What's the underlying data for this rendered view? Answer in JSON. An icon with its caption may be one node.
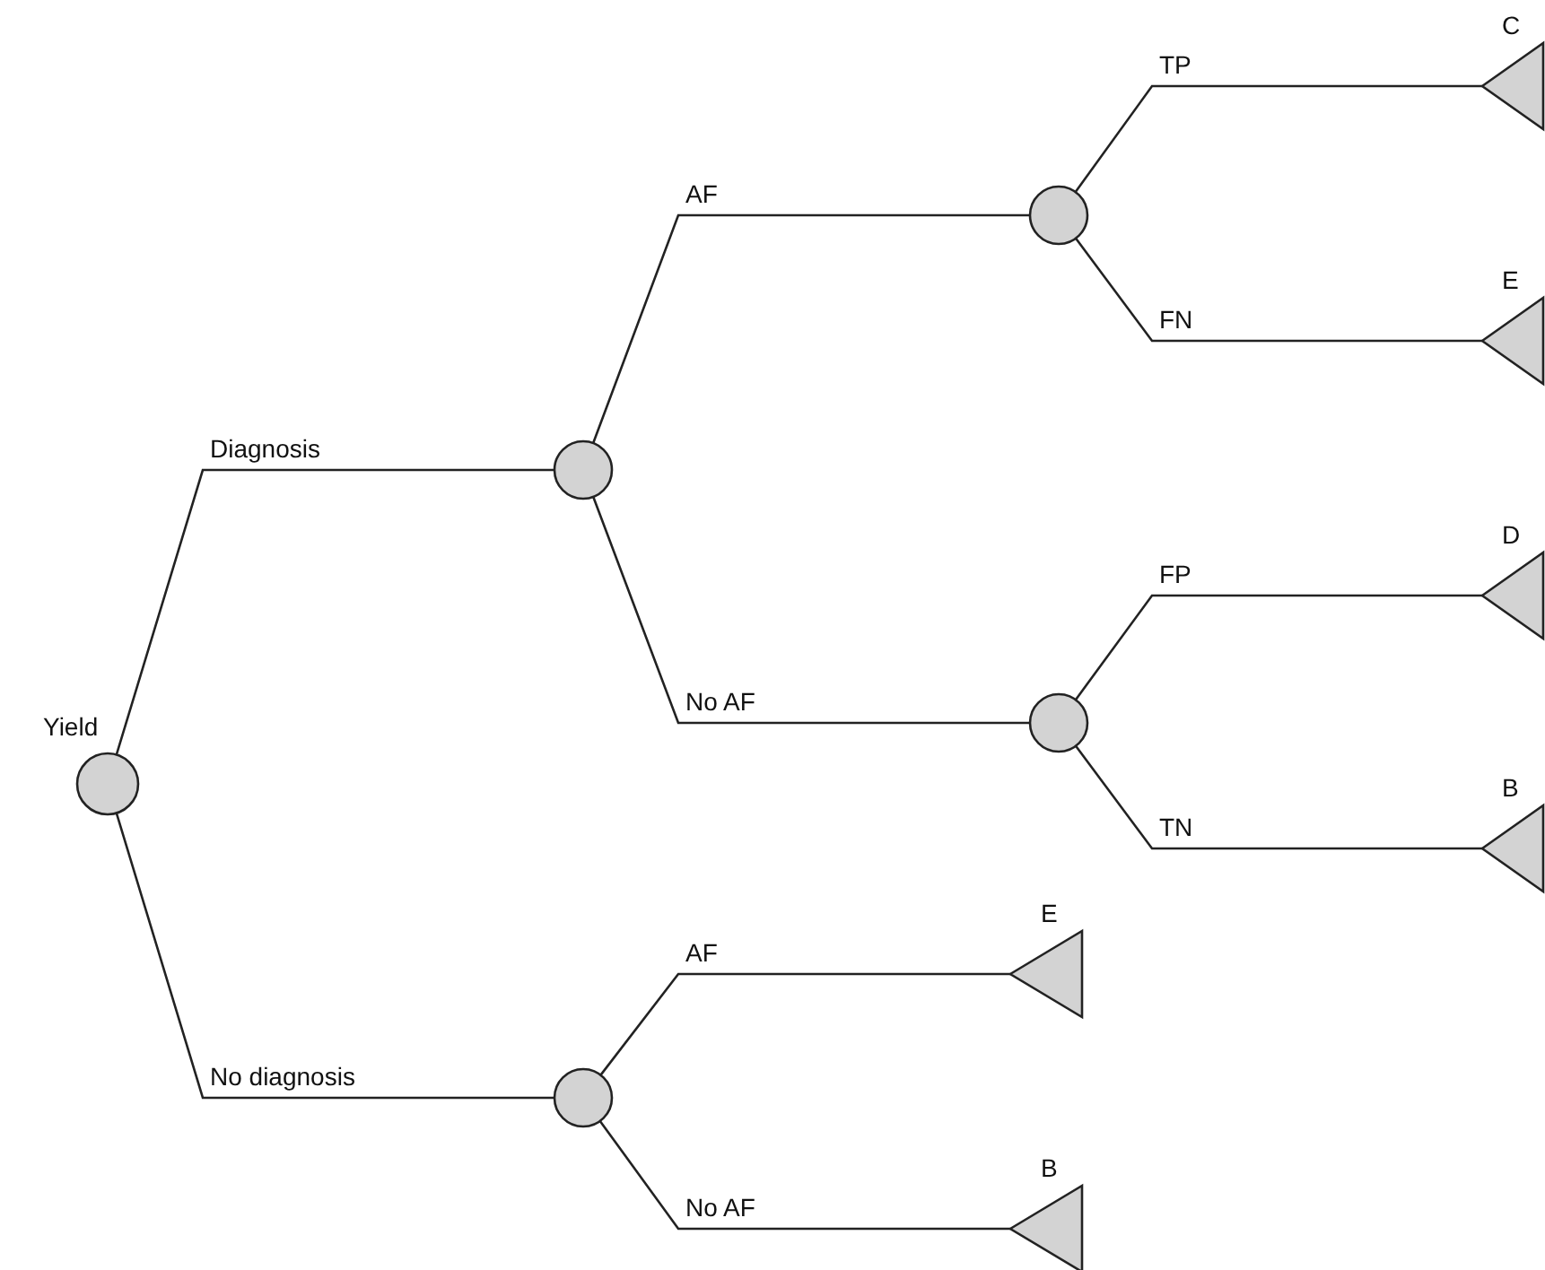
{
  "diagram": {
    "nodes": [
      {
        "text": [
          "Yield"
        ]
      },
      {
        "text": [],
        "shape": "circle"
      },
      {
        "text": [],
        "shape": "circle"
      },
      {
        "text": [],
        "shape": "circle"
      },
      {
        "text": [],
        "shape": "circle"
      },
      {
        "text": [
          "C"
        ]
      },
      {
        "text": [
          "E"
        ]
      },
      {
        "text": [
          "D"
        ]
      },
      {
        "text": [
          "B"
        ]
      },
      {
        "text": [
          "E"
        ]
      },
      {
        "text": [
          "B"
        ]
      }
    ],
    "edges": [
      {
        "from": 0,
        "to": 1,
        "arrow": "none",
        "label": "Diagnosis"
      },
      {
        "from": 0,
        "to": 2,
        "arrow": "none",
        "label": "No diagnosis"
      },
      {
        "from": 1,
        "to": 3,
        "arrow": "none",
        "label": "AF"
      },
      {
        "from": 1,
        "to": 4,
        "arrow": "none",
        "label": "No AF"
      },
      {
        "from": 3,
        "to": 5,
        "arrow": "none",
        "label": "TP"
      },
      {
        "from": 3,
        "to": 6,
        "arrow": "none",
        "label": "FN"
      },
      {
        "from": 4,
        "to": 7,
        "arrow": "none",
        "label": "FP"
      },
      {
        "from": 4,
        "to": 8,
        "arrow": "none",
        "label": "TN"
      },
      {
        "from": 2,
        "to": 9,
        "arrow": "none",
        "label": "AF"
      },
      {
        "from": 2,
        "to": 10,
        "arrow": "none",
        "label": "No AF"
      }
    ]
  }
}
